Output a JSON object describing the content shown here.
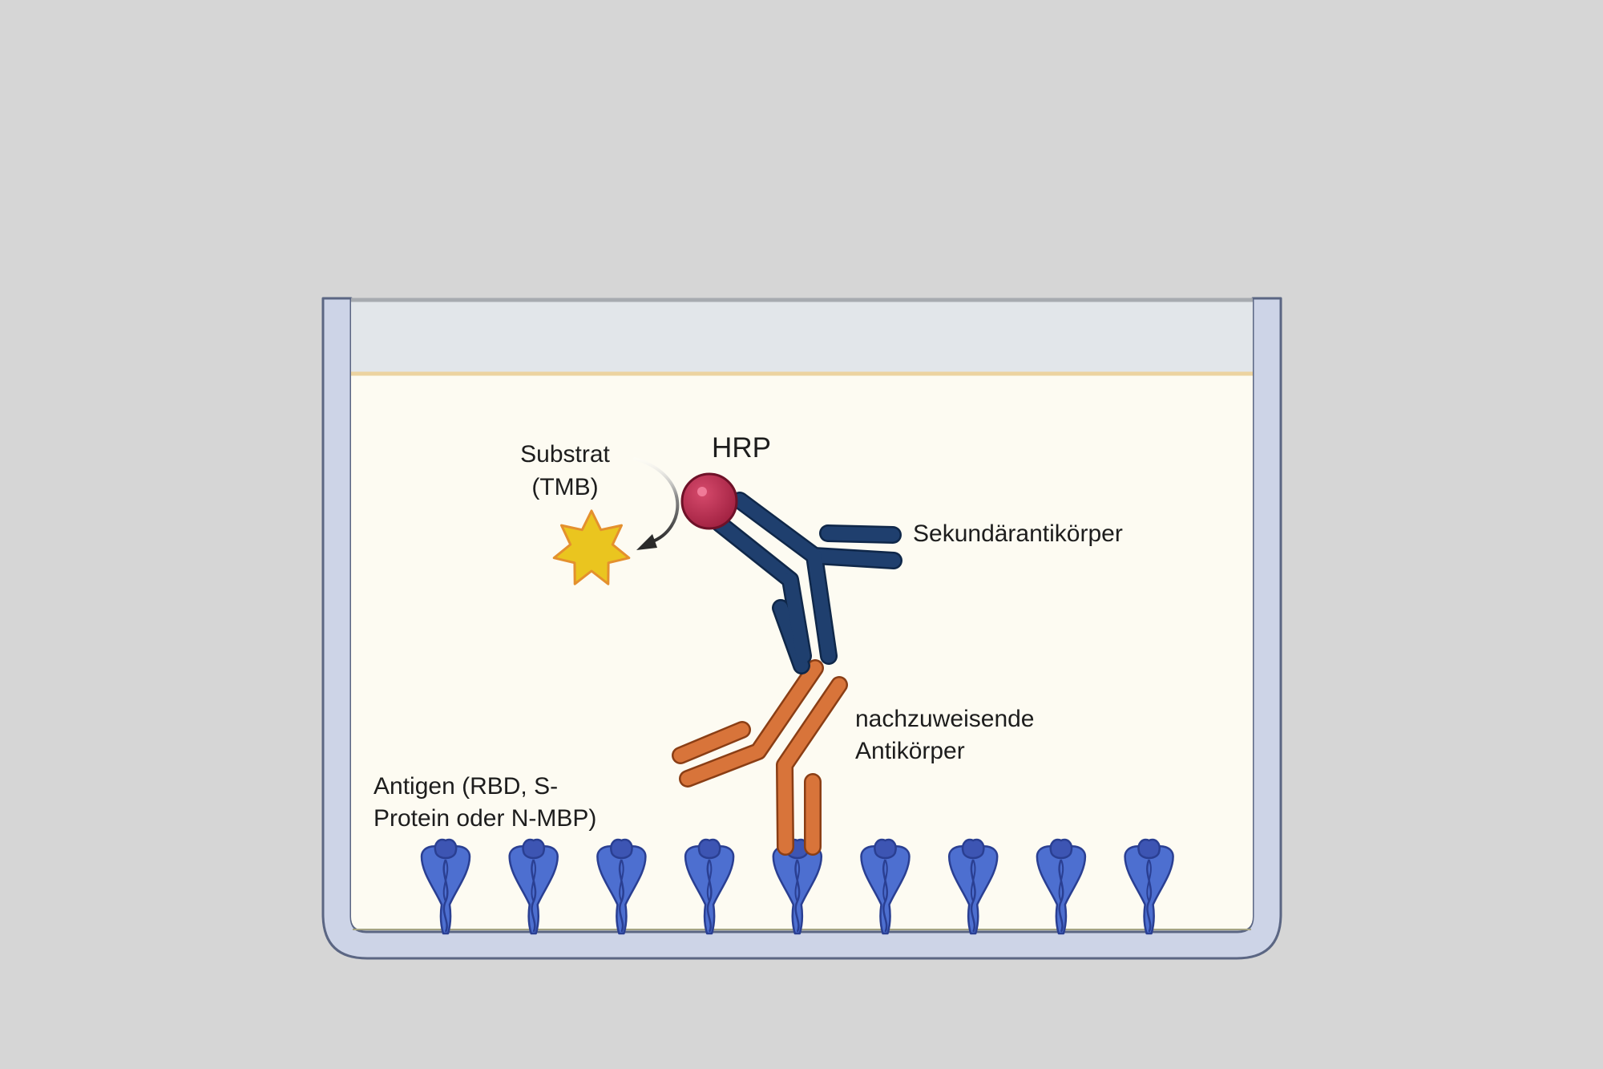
{
  "labels": {
    "substrate_line1": "Substrat",
    "substrate_line2": "(TMB)",
    "hrp": "HRP",
    "secondary_antibody": "Sekundärantikörper",
    "detected_line1": "nachzuweisende",
    "detected_line2": "Antikörper",
    "antigen_line1": "Antigen (RBD, S-",
    "antigen_line2": "Protein oder N-MBP)"
  },
  "antigen_count": 9,
  "colors": {
    "background": "#d6d6d6",
    "well_wall": "#cdd4e7",
    "well_stroke": "#5b6683",
    "liquid": "#fdfbf2",
    "liquid_surface": "#ecd3a0",
    "air": "#e2e6ea",
    "secondary_antibody": "#1f3f6e",
    "detected_antibody": "#d8743a",
    "antigen": "#4d6fd0",
    "antigen_dark": "#2a3f92",
    "hrp": "#b32a4c",
    "substrate_star": "#eac51f"
  }
}
